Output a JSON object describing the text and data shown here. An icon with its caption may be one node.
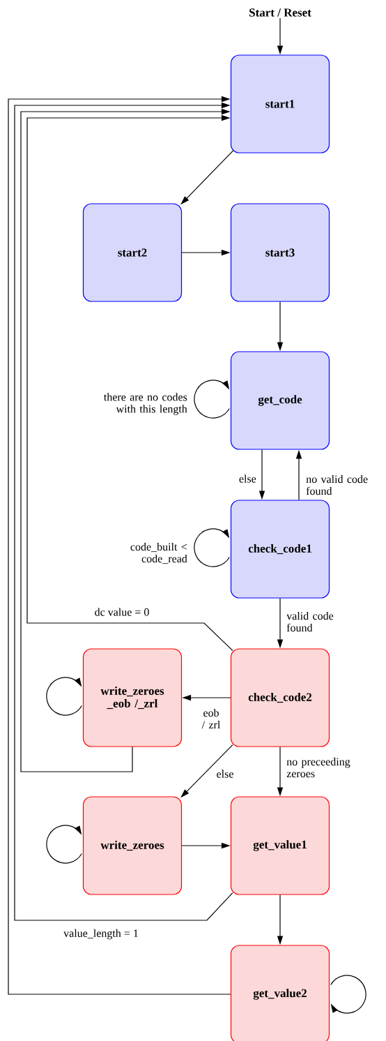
{
  "diagram": {
    "nodes": [
      {
        "text": [
          "Start / Reset"
        ]
      },
      {
        "text": [
          "start1"
        ]
      },
      {
        "text": [
          "start2"
        ]
      },
      {
        "text": [
          "start3"
        ]
      },
      {
        "text": [
          "get_code"
        ]
      },
      {
        "text": [
          "check_code1"
        ]
      },
      {
        "text": [
          "check_code2"
        ]
      },
      {
        "text": [
          "write_zeroes _eob /_zrl"
        ]
      },
      {
        "text": [
          "write_zeroes"
        ]
      },
      {
        "text": [
          "get_value1"
        ]
      },
      {
        "text": [
          "get_value2"
        ]
      }
    ],
    "edges": [
      {
        "from": 0,
        "to": 1,
        "arrow": "to"
      },
      {
        "from": 1,
        "to": 2,
        "arrow": "to"
      },
      {
        "from": 2,
        "to": 3,
        "arrow": "to"
      },
      {
        "from": 3,
        "to": 4,
        "arrow": "to"
      },
      {
        "from": 4,
        "to": 4,
        "arrow": "to",
        "label": "there are no codes with this length"
      },
      {
        "from": 4,
        "to": 5,
        "arrow": "to",
        "label": "else"
      },
      {
        "from": 5,
        "to": 4,
        "arrow": "to",
        "label": "no valid code found"
      },
      {
        "from": 5,
        "to": 5,
        "arrow": "to",
        "label": "code_built < code_read"
      },
      {
        "from": 5,
        "to": 6,
        "arrow": "to",
        "label": "valid code found"
      },
      {
        "from": 6,
        "to": 1,
        "arrow": "to",
        "label": "dc value = 0"
      },
      {
        "from": 6,
        "to": 7,
        "arrow": "to",
        "label": "eob / zrl"
      },
      {
        "from": 7,
        "to": 7,
        "arrow": "to"
      },
      {
        "from": 7,
        "to": 1,
        "arrow": "to"
      },
      {
        "from": 6,
        "to": 8,
        "arrow": "to",
        "label": "else"
      },
      {
        "from": 6,
        "to": 9,
        "arrow": "to",
        "label": "no preceeding zeroes"
      },
      {
        "from": 8,
        "to": 8,
        "arrow": "to"
      },
      {
        "from": 8,
        "to": 9,
        "arrow": "to"
      },
      {
        "from": 9,
        "to": 1,
        "arrow": "to",
        "label": "value_length = 1"
      },
      {
        "from": 9,
        "to": 10,
        "arrow": "to"
      },
      {
        "from": 10,
        "to": 10,
        "arrow": "to"
      },
      {
        "from": 10,
        "to": 1,
        "arrow": "to"
      }
    ]
  }
}
